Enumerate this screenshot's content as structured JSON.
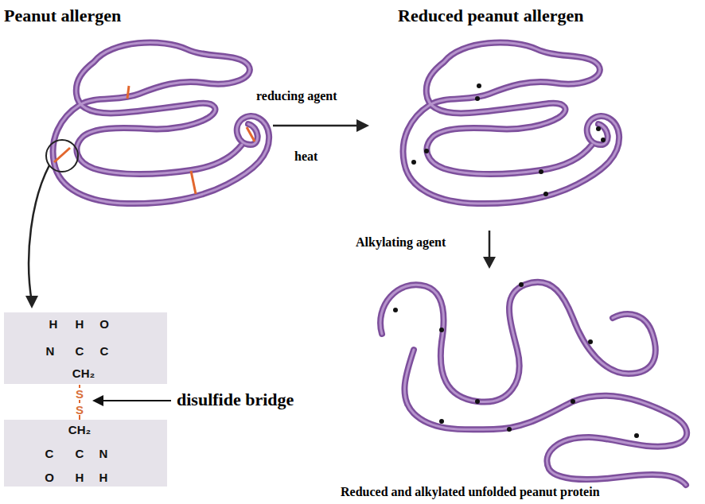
{
  "diagram": {
    "nodes": [
      {
        "text": [
          "H",
          "H",
          "O",
          "N",
          "C",
          "C",
          "CH₂"
        ]
      },
      {
        "text": [
          "CH₂",
          "C",
          "C",
          "N",
          "O",
          "H",
          "H"
        ]
      }
    ],
    "labels": [
      "Peanut allergen",
      "Reduced peanut allergen",
      "reducing agent",
      "heat",
      "Alkylating agent",
      "S",
      "S",
      "disulfide bridge",
      "Reduced and alkylated unfolded peanut protein"
    ]
  }
}
